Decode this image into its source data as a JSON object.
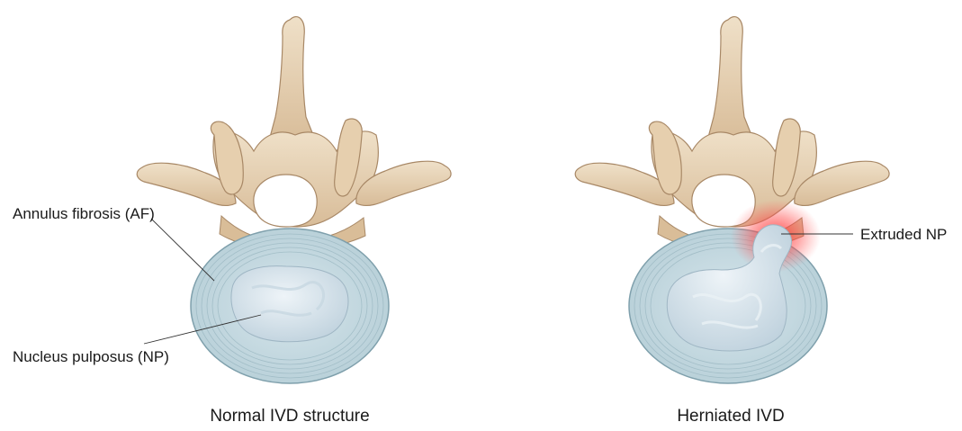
{
  "panels": [
    {
      "caption": "Normal IVD structure",
      "labels": {
        "annulus": "Annulus fibrosis (AF)",
        "nucleus": "Nucleus pulposus (NP)"
      }
    },
    {
      "caption": "Herniated IVD",
      "labels": {
        "extruded": "Extruded NP"
      }
    }
  ],
  "colors": {
    "bone": "#e8d3b6",
    "bone_shadow": "#c9aa86",
    "annulus": "#c6dbe2",
    "annulus_lines": "#8fb0bb",
    "nucleus": "#d9e6ee",
    "inflammation": "#ff3b3b"
  }
}
